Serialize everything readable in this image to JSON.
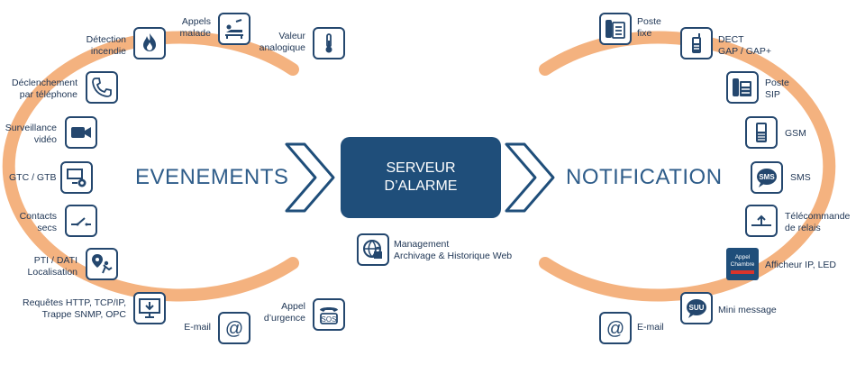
{
  "center": {
    "line1": "SERVEUR",
    "line2": "D’ALARME"
  },
  "left_title": "EVENEMENTS",
  "right_title": "NOTIFICATION",
  "management": {
    "line1": "Management",
    "line2": "Archivage & Historique Web"
  },
  "events": [
    {
      "line1": "Appels",
      "line2": "malade"
    },
    {
      "line1": "Valeur",
      "line2": "analogique"
    },
    {
      "line1": "Détection",
      "line2": "incendie"
    },
    {
      "line1": "Déclenchement",
      "line2": "par téléphone"
    },
    {
      "line1": "Surveillance",
      "line2": "vidéo"
    },
    {
      "line1": "GTC / GTB",
      "line2": ""
    },
    {
      "line1": "Contacts",
      "line2": "secs"
    },
    {
      "line1": "PTI / DATI",
      "line2": "Localisation"
    },
    {
      "line1": "Requêtes HTTP, TCP/IP,",
      "line2": "Trappe SNMP, OPC"
    },
    {
      "line1": "Appel",
      "line2": "d’urgence"
    },
    {
      "line1": "E-mail",
      "line2": ""
    }
  ],
  "notifications": [
    {
      "line1": "Poste",
      "line2": "fixe"
    },
    {
      "line1": "DECT",
      "line2": "GAP / GAP+"
    },
    {
      "line1": "Poste",
      "line2": "SIP"
    },
    {
      "line1": "GSM",
      "line2": ""
    },
    {
      "line1": "SMS",
      "line2": ""
    },
    {
      "line1": "Télécommande",
      "line2": "de relais"
    },
    {
      "line1": "Afficheur IP, LED",
      "line2": ""
    },
    {
      "line1": "Mini message",
      "line2": ""
    },
    {
      "line1": "E-mail",
      "line2": ""
    }
  ],
  "icon_text": {
    "sos": "SOS",
    "sms": "SMS",
    "suu": "SUU",
    "display_line1": "Appel",
    "display_line2": "Chambre"
  },
  "colors": {
    "arc": "#f4b27f",
    "navy": "#1f4e7a",
    "icon_border": "#24476e"
  }
}
